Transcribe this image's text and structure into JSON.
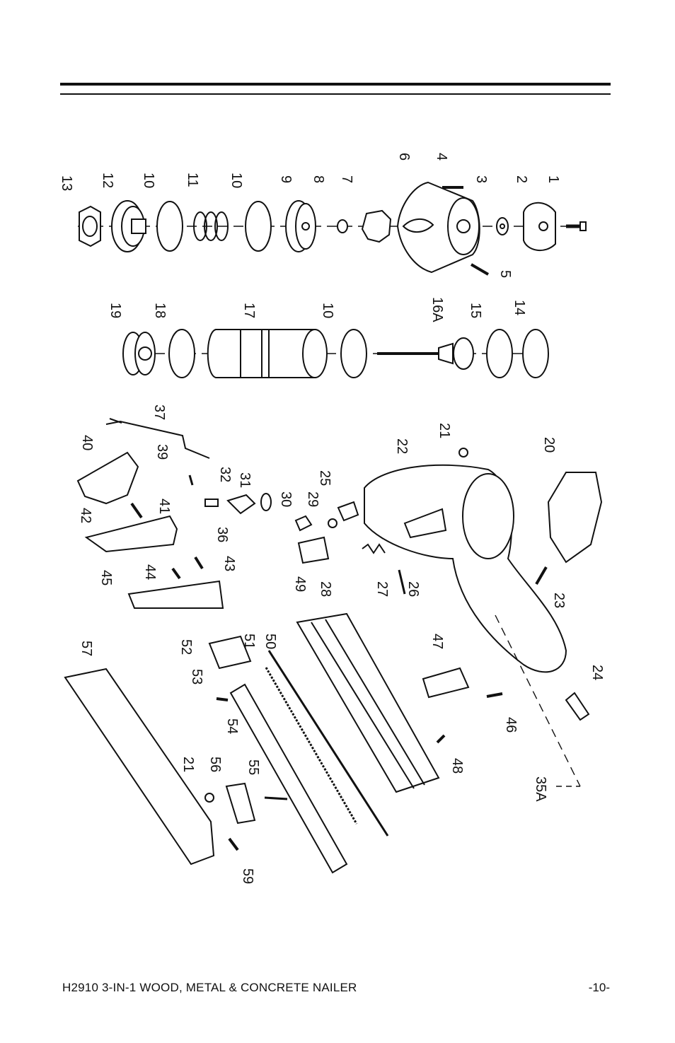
{
  "footer": {
    "title": "H2910 3-IN-1 WOOD, METAL & CONCRETE NAILER",
    "page": "-10-"
  },
  "part_labels": {
    "p1": "1",
    "p2": "2",
    "p3": "3",
    "p4": "4",
    "p5": "5",
    "p6": "6",
    "p7": "7",
    "p8": "8",
    "p9": "9",
    "p10a": "10",
    "p11": "11",
    "p10b": "10",
    "p12": "12",
    "p13": "13",
    "p14": "14",
    "p15": "15",
    "p16a": "16A",
    "p10c": "10",
    "p17": "17",
    "p18": "18",
    "p19": "19",
    "p37": "37",
    "p39": "39",
    "p40": "40",
    "p41": "41",
    "p42": "42",
    "p32": "32",
    "p31": "31",
    "p36": "36",
    "p30": "30",
    "p29": "29",
    "p25": "25",
    "p44": "44",
    "p43": "43",
    "p45": "45",
    "p49": "49",
    "p28": "28",
    "p27": "27",
    "p26": "26",
    "p21a": "21",
    "p22": "22",
    "p20": "20",
    "p23": "23",
    "p24": "24",
    "p47": "47",
    "p46": "46",
    "p48": "48",
    "p35a": "35A",
    "p52": "52",
    "p51": "51",
    "p50": "50",
    "p57": "57",
    "p53": "53",
    "p54": "54",
    "p55": "55",
    "p56": "56",
    "p21b": "21",
    "p59": "59"
  }
}
